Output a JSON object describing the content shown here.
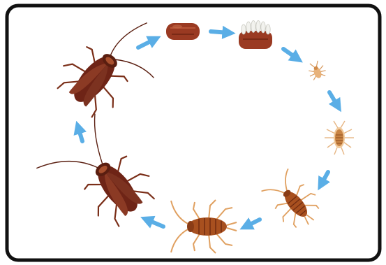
{
  "diagram": {
    "kind": "cycle",
    "stages": [
      {
        "id": "egg-case",
        "icon": "egg-case-icon"
      },
      {
        "id": "hatching-egg-case",
        "icon": "hatching-egg-case-icon"
      },
      {
        "id": "nymph-stage-1",
        "icon": "small-nymph-icon"
      },
      {
        "id": "nymph-stage-2",
        "icon": "molting-nymph-icon"
      },
      {
        "id": "nymph-stage-3",
        "icon": "nymph-icon"
      },
      {
        "id": "nymph-stage-4",
        "icon": "large-nymph-icon"
      },
      {
        "id": "adult-cockroach",
        "icon": "adult-cockroach-icon"
      },
      {
        "id": "adult-cockroach-winged",
        "icon": "winged-adult-cockroach-icon"
      }
    ],
    "colors": {
      "frame": "#111111",
      "background": "#ffffff",
      "arrow": "#5aaee6",
      "adult_body": "#6e2416",
      "adult_wing": "#8b3a24",
      "egg_case": "#9a3a22",
      "nymph_body": "#a8501f",
      "nymph_leg": "#e0a060",
      "pale_nymph": "#e8b27a"
    }
  }
}
